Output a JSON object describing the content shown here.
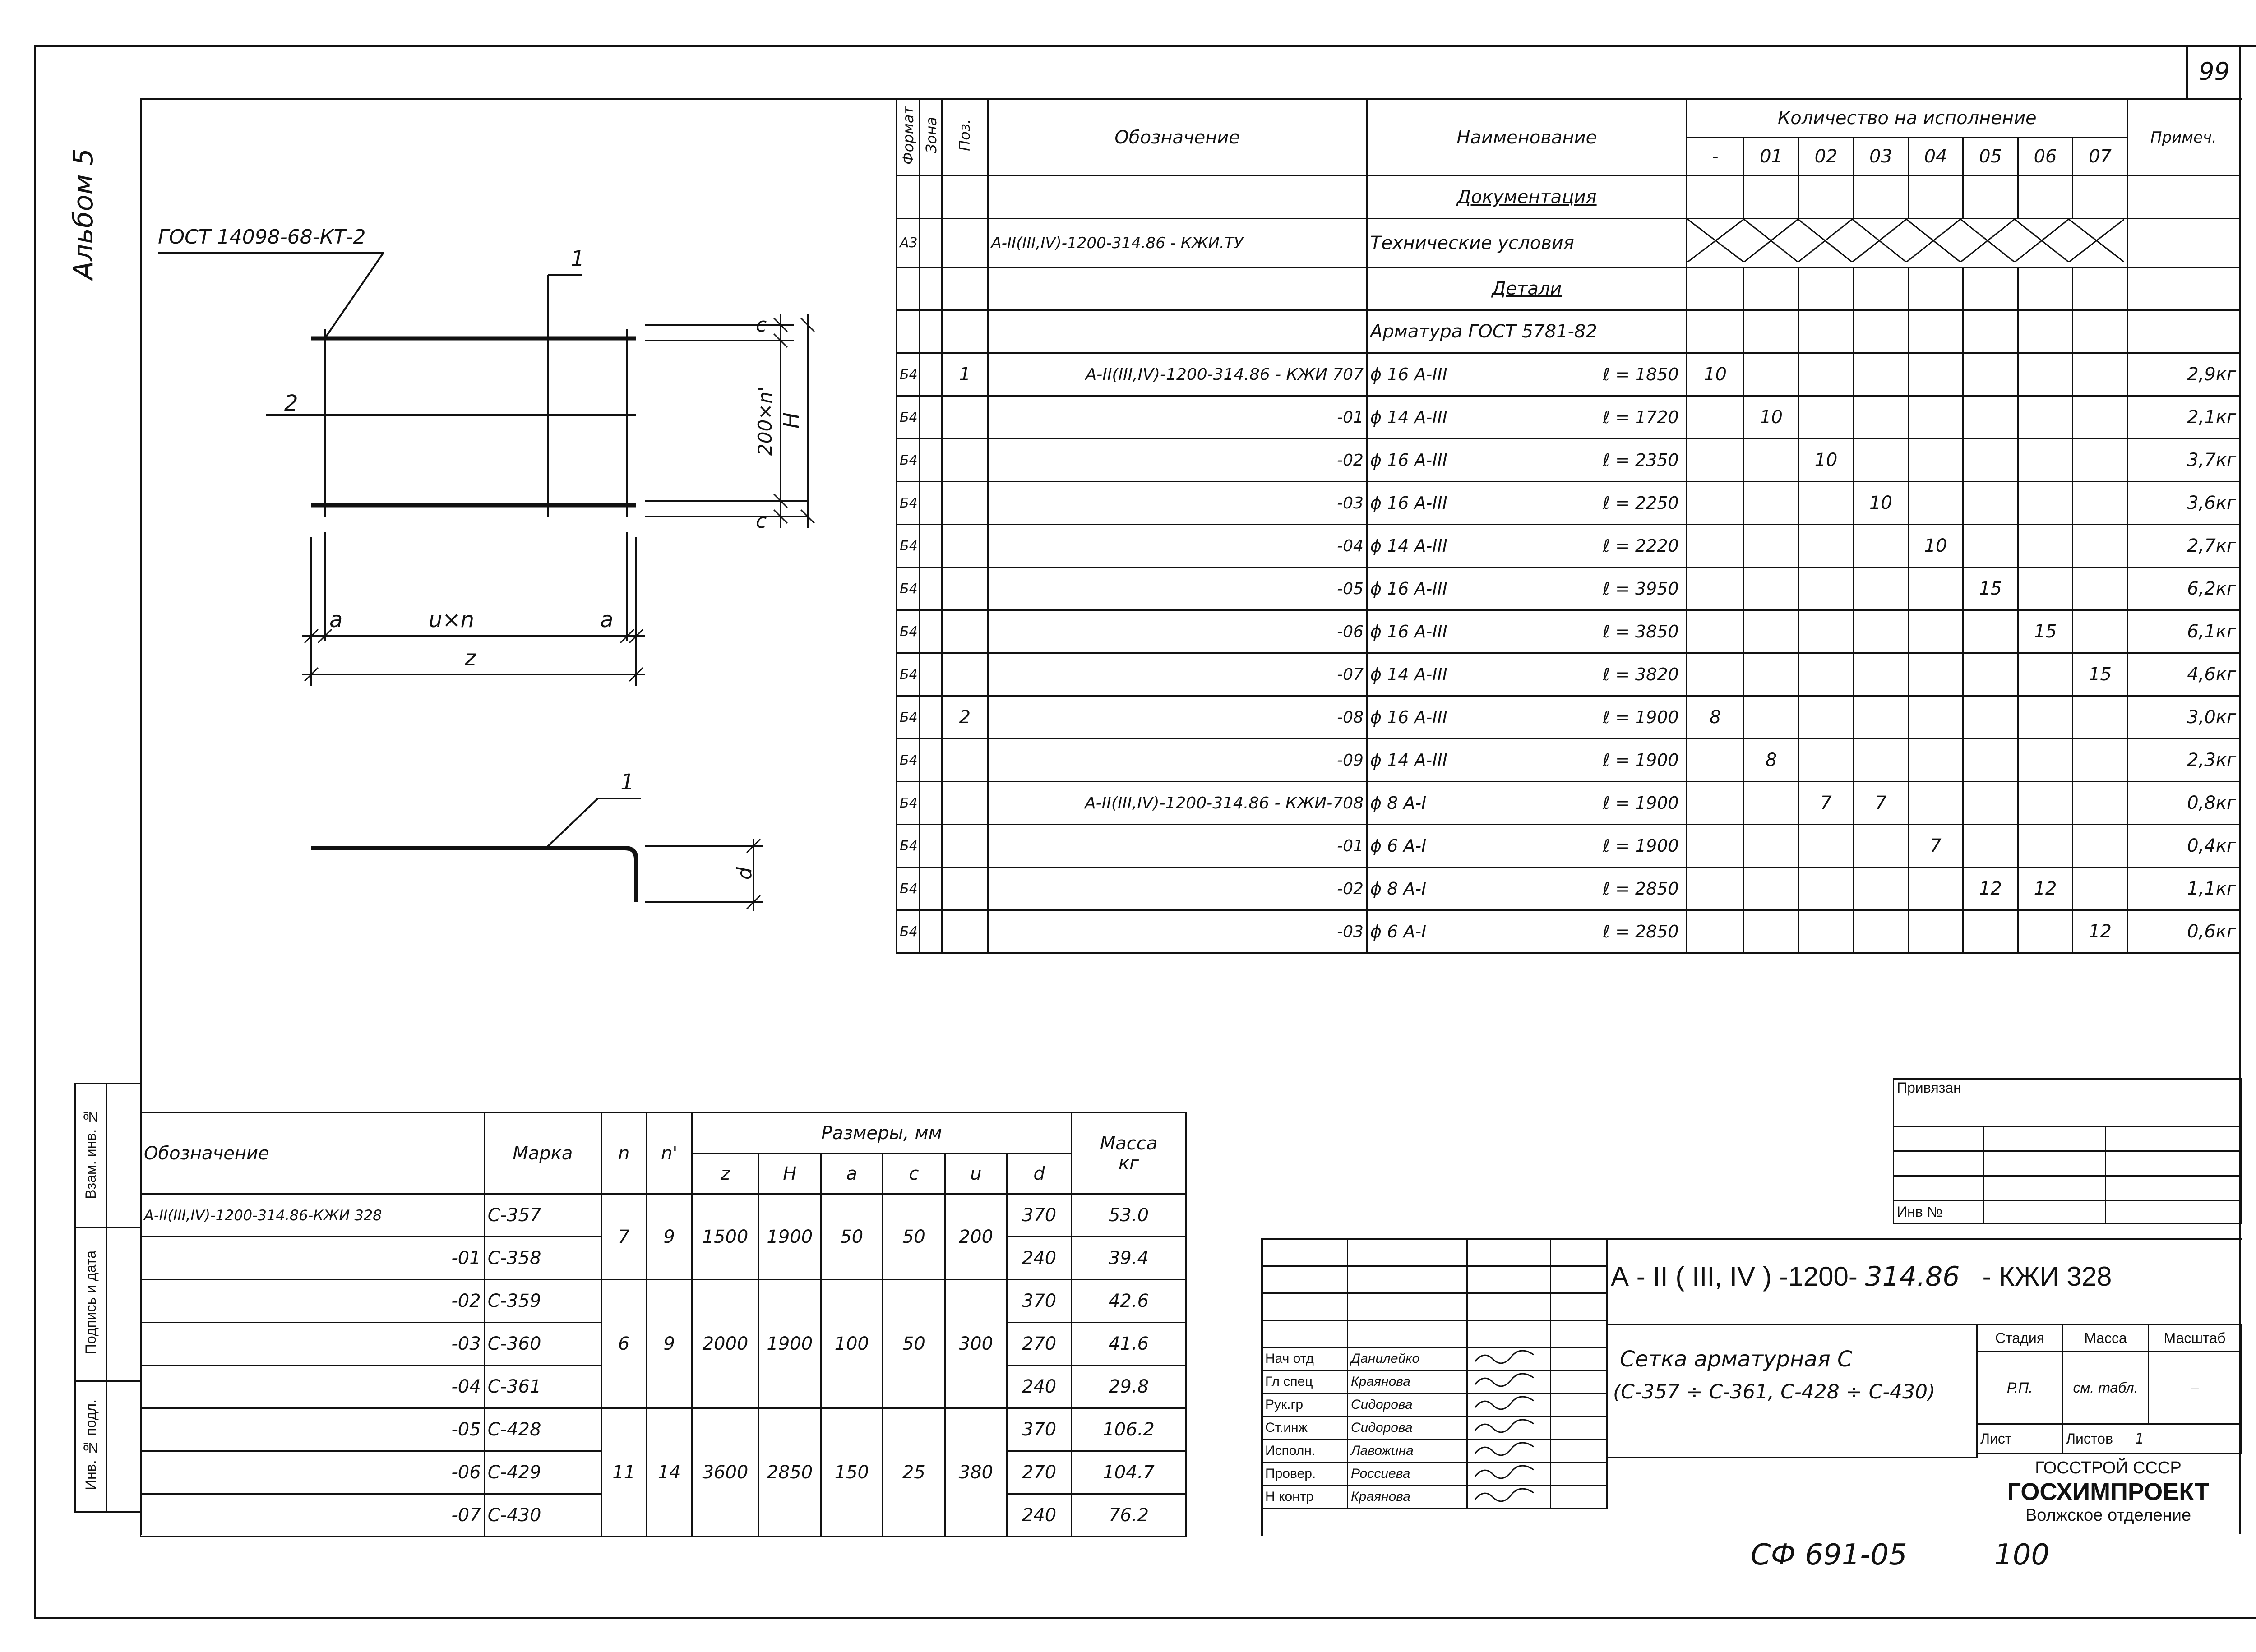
{
  "page_number": "99",
  "album": "Альбом 5",
  "gost_weld": "ГОСТ 14098-68-КТ-2",
  "sketch_labels": {
    "pos1": "1",
    "pos2": "2",
    "c_top": "с",
    "c_bot": "с",
    "pitch": "200×n'",
    "H": "Н",
    "a_left": "а",
    "a_right": "а",
    "u_n": "u×n",
    "z": "z",
    "d": "d",
    "bar_pos": "1"
  },
  "spec": {
    "headers": {
      "format": "Формат",
      "zone": "Зона",
      "pos": "Поз.",
      "designation": "Обозначение",
      "name": "Наименование",
      "qty": "Количество на исполнение",
      "note": "Примеч.",
      "variants": [
        "-",
        "01",
        "02",
        "03",
        "04",
        "05",
        "06",
        "07"
      ]
    },
    "sections": {
      "docs": "Документация",
      "tech_cond_format": "А3",
      "tech_cond_designation": "А-II(III,IV)-1200-314.86 - КЖИ.ТУ",
      "tech_cond_name": "Технические условия",
      "details": "Детали",
      "reinforcement": "Арматура ГОСТ 5781-82"
    },
    "rows": [
      {
        "fmt": "Б4",
        "pos": "1",
        "des": "А-II(III,IV)-1200-314.86 - КЖИ 707",
        "name": "ϕ 16 А-III",
        "len": "ℓ = 1850",
        "q": [
          "10",
          "",
          "",
          "",
          "",
          "",
          "",
          ""
        ],
        "note": "2,9кг"
      },
      {
        "fmt": "Б4",
        "pos": "",
        "des": "-01",
        "name": "ϕ 14 А-III",
        "len": "ℓ = 1720",
        "q": [
          "",
          "10",
          "",
          "",
          "",
          "",
          "",
          ""
        ],
        "note": "2,1кг"
      },
      {
        "fmt": "Б4",
        "pos": "",
        "des": "-02",
        "name": "ϕ 16 А-III",
        "len": "ℓ = 2350",
        "q": [
          "",
          "",
          "10",
          "",
          "",
          "",
          "",
          ""
        ],
        "note": "3,7кг"
      },
      {
        "fmt": "Б4",
        "pos": "",
        "des": "-03",
        "name": "ϕ 16 А-III",
        "len": "ℓ = 2250",
        "q": [
          "",
          "",
          "",
          "10",
          "",
          "",
          "",
          ""
        ],
        "note": "3,6кг"
      },
      {
        "fmt": "Б4",
        "pos": "",
        "des": "-04",
        "name": "ϕ 14 А-III",
        "len": "ℓ = 2220",
        "q": [
          "",
          "",
          "",
          "",
          "10",
          "",
          "",
          ""
        ],
        "note": "2,7кг"
      },
      {
        "fmt": "Б4",
        "pos": "",
        "des": "-05",
        "name": "ϕ 16 А-III",
        "len": "ℓ = 3950",
        "q": [
          "",
          "",
          "",
          "",
          "",
          "15",
          "",
          ""
        ],
        "note": "6,2кг"
      },
      {
        "fmt": "Б4",
        "pos": "",
        "des": "-06",
        "name": "ϕ 16 А-III",
        "len": "ℓ = 3850",
        "q": [
          "",
          "",
          "",
          "",
          "",
          "",
          "15",
          ""
        ],
        "note": "6,1кг"
      },
      {
        "fmt": "Б4",
        "pos": "",
        "des": "-07",
        "name": "ϕ 14 А-III",
        "len": "ℓ = 3820",
        "q": [
          "",
          "",
          "",
          "",
          "",
          "",
          "",
          "15"
        ],
        "note": "4,6кг"
      },
      {
        "fmt": "Б4",
        "pos": "2",
        "des": "-08",
        "name": "ϕ 16 А-III",
        "len": "ℓ = 1900",
        "q": [
          "8",
          "",
          "",
          "",
          "",
          "",
          "",
          ""
        ],
        "note": "3,0кг"
      },
      {
        "fmt": "Б4",
        "pos": "",
        "des": "-09",
        "name": "ϕ 14 А-III",
        "len": "ℓ = 1900",
        "q": [
          "",
          "8",
          "",
          "",
          "",
          "",
          "",
          ""
        ],
        "note": "2,3кг"
      },
      {
        "fmt": "Б4",
        "pos": "",
        "des": "А-II(III,IV)-1200-314.86 - КЖИ-708",
        "name": "ϕ 8 А-I",
        "len": "ℓ = 1900",
        "q": [
          "",
          "",
          "7",
          "7",
          "",
          "",
          "",
          ""
        ],
        "note": "0,8кг"
      },
      {
        "fmt": "Б4",
        "pos": "",
        "des": "-01",
        "name": "ϕ 6 А-I",
        "len": "ℓ = 1900",
        "q": [
          "",
          "",
          "",
          "",
          "7",
          "",
          "",
          ""
        ],
        "note": "0,4кг"
      },
      {
        "fmt": "Б4",
        "pos": "",
        "des": "-02",
        "name": "ϕ 8 А-I",
        "len": "ℓ = 2850",
        "q": [
          "",
          "",
          "",
          "",
          "",
          "12",
          "12",
          ""
        ],
        "note": "1,1кг"
      },
      {
        "fmt": "Б4",
        "pos": "",
        "des": "-03",
        "name": "ϕ 6 А-I",
        "len": "ℓ = 2850",
        "q": [
          "",
          "",
          "",
          "",
          "",
          "",
          "",
          "12"
        ],
        "note": "0,6кг"
      }
    ]
  },
  "dims": {
    "headers": {
      "designation": "Обозначение",
      "mark": "Марка",
      "n": "n",
      "n2": "n'",
      "sizes": "Размеры, мм",
      "z": "z",
      "H": "Н",
      "a": "а",
      "c": "с",
      "u": "u",
      "d": "d",
      "mass": "Масса",
      "mass_unit": "кг"
    },
    "rows": [
      {
        "des": "А-II(III,IV)-1200-314.86-КЖИ 328",
        "mark": "С-357",
        "d": "370",
        "mass": "53.0"
      },
      {
        "des": "-01",
        "mark": "С-358",
        "d": "240",
        "mass": "39.4"
      },
      {
        "des": "-02",
        "mark": "С-359",
        "d": "370",
        "mass": "42.6"
      },
      {
        "des": "-03",
        "mark": "С-360",
        "d": "270",
        "mass": "41.6"
      },
      {
        "des": "-04",
        "mark": "С-361",
        "d": "240",
        "mass": "29.8"
      },
      {
        "des": "-05",
        "mark": "С-428",
        "d": "370",
        "mass": "106.2"
      },
      {
        "des": "-06",
        "mark": "С-429",
        "d": "270",
        "mass": "104.7"
      },
      {
        "des": "-07",
        "mark": "С-430",
        "d": "240",
        "mass": "76.2"
      }
    ],
    "groups": [
      {
        "n": "7",
        "n2": "9",
        "z": "1500",
        "H": "1900",
        "a": "50",
        "c": "50",
        "u": "200"
      },
      {
        "n": "6",
        "n2": "9",
        "z": "2000",
        "H": "1900",
        "a": "100",
        "c": "50",
        "u": "300"
      },
      {
        "n": "11",
        "n2": "14",
        "z": "3600",
        "H": "2850",
        "a": "150",
        "c": "25",
        "u": "380"
      }
    ]
  },
  "side_stamp": {
    "vzam": "Взам. инв. №",
    "podpis": "Подпись и дата",
    "inv": "Инв. № подл."
  },
  "bound": {
    "privyazan": "Привязан",
    "inv_no": "Инв №"
  },
  "title_block": {
    "code_prefix": "А - II ( III, IV ) -1200-",
    "code_year": "314.86",
    "code_suffix": "- КЖИ 328",
    "name_line1": "Сетка арматурная С",
    "name_line2": "(С-357 ÷ С-361, С-428 ÷ С-430)",
    "stage_h": "Стадия",
    "mass_h": "Масса",
    "scale_h": "Масштаб",
    "stage": "Р.П.",
    "mass": "см. табл.",
    "scale": "–",
    "sheet_h": "Лист",
    "sheets_h": "Листов",
    "sheets": "1",
    "org1": "ГОССТРОЙ СССР",
    "org2": "ГОСХИМПРОЕКТ",
    "org3": "Волжское отделение",
    "roles": [
      {
        "role": "Нач отд",
        "name": "Данилейко"
      },
      {
        "role": "Гл спец",
        "name": "Краянова"
      },
      {
        "role": "Рук.гр",
        "name": "Сидорова"
      },
      {
        "role": "Ст.инж",
        "name": "Сидорова"
      },
      {
        "role": "Исполн.",
        "name": "Лавожина"
      },
      {
        "role": "Провер.",
        "name": "Россиева"
      },
      {
        "role": "Н контр",
        "name": "Краянова"
      }
    ]
  },
  "footer_code": "СФ 691-05",
  "footer_page": "100"
}
